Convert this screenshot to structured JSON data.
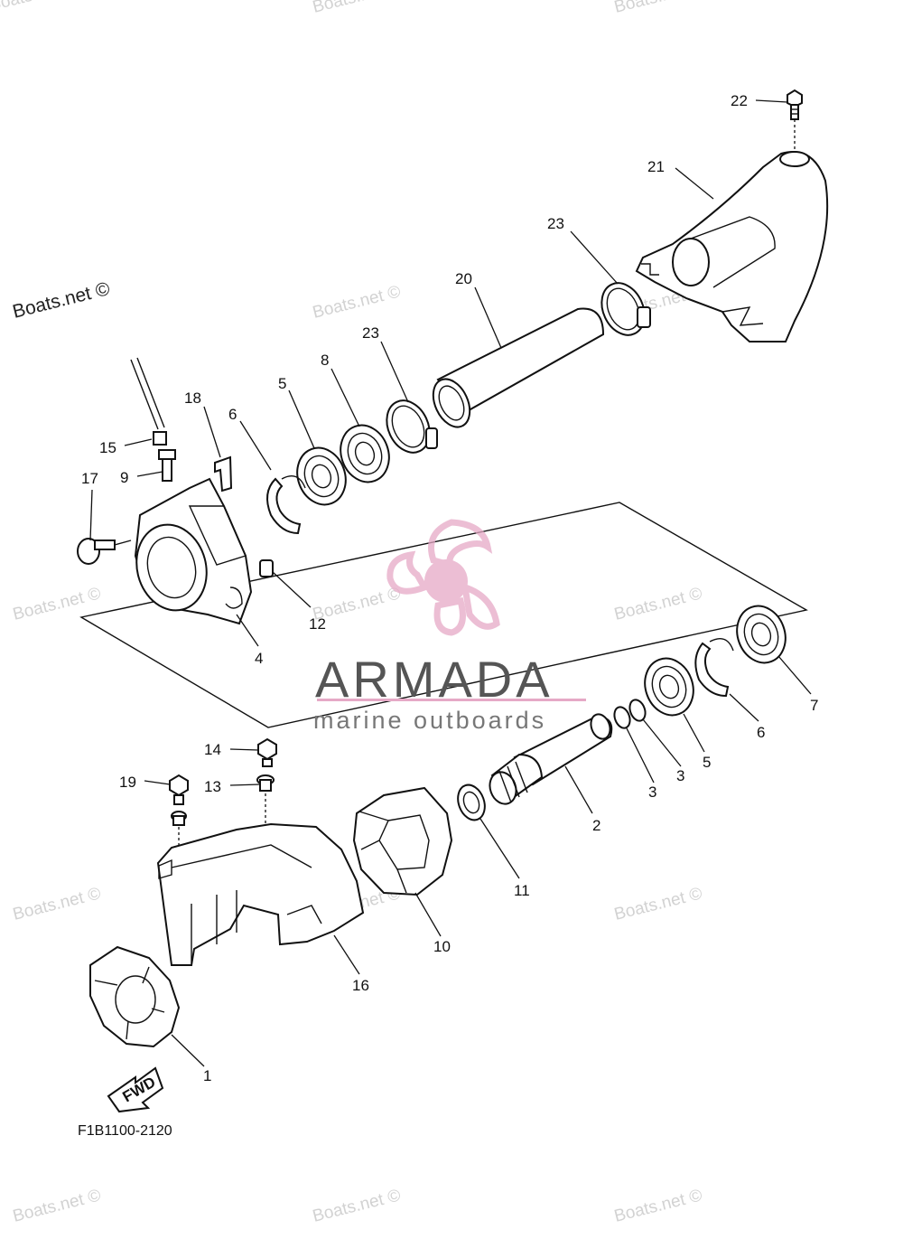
{
  "watermark": {
    "text": "Boats.net ©"
  },
  "logo": {
    "title": "ARMADA",
    "subtitle": "marine outboards"
  },
  "diagram_code": "F1B1100-2120",
  "fwd_arrow": {
    "text": "FWD"
  },
  "callouts": {
    "n1": "1",
    "n2": "2",
    "n3a": "3",
    "n3b": "3",
    "n4": "4",
    "n5a": "5",
    "n5b": "5",
    "n6a": "6",
    "n6b": "6",
    "n7": "7",
    "n8": "8",
    "n9": "9",
    "n10": "10",
    "n11": "11",
    "n12": "12",
    "n13": "13",
    "n14": "14",
    "n15": "15",
    "n16": "16",
    "n17": "17",
    "n18": "18",
    "n19": "19",
    "n20": "20",
    "n21": "21",
    "n22": "22",
    "n23a": "23",
    "n23b": "23"
  }
}
